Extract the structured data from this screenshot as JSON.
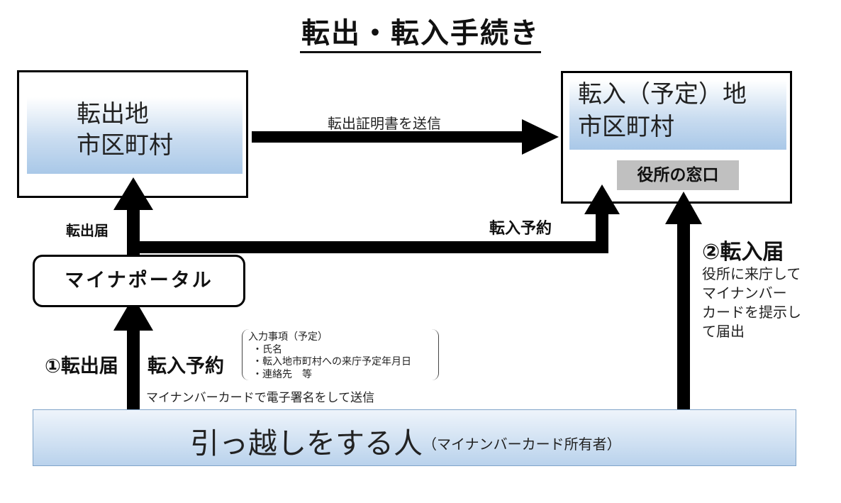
{
  "title": "転出・転入手続き",
  "from_office": {
    "line1": "転出地",
    "line2": "市区町村"
  },
  "to_office": {
    "line1": "転入（予定）地",
    "line2": "市区町村",
    "counter": "役所の窓口"
  },
  "portal": "マイナポータル",
  "person": {
    "main": "引っ越しをする人",
    "sub": "（マイナンバーカード所有者）"
  },
  "labels": {
    "send_certificate": "転出証明書を送信",
    "tenshutsu_todoke": "転出届",
    "tennyu_yoyaku": "転入予約",
    "step1_a": "①転出届",
    "step1_b": "転入予約",
    "sign_send": "マイナンバーカードで電子署名をして送信",
    "step2": "②転入届",
    "step2_desc": [
      "役所に来庁して",
      "マイナンバー",
      "カードを提示し",
      "て届出"
    ]
  },
  "note": {
    "title": "入力事項（予定）",
    "items": [
      "・氏名",
      "・転入地市町村への来庁予定年月日",
      "・連絡先　等"
    ]
  },
  "colors": {
    "arrow": "#000000",
    "counter_bg": "#c0c0c0",
    "gradient_blue": "#a9c8e8"
  }
}
